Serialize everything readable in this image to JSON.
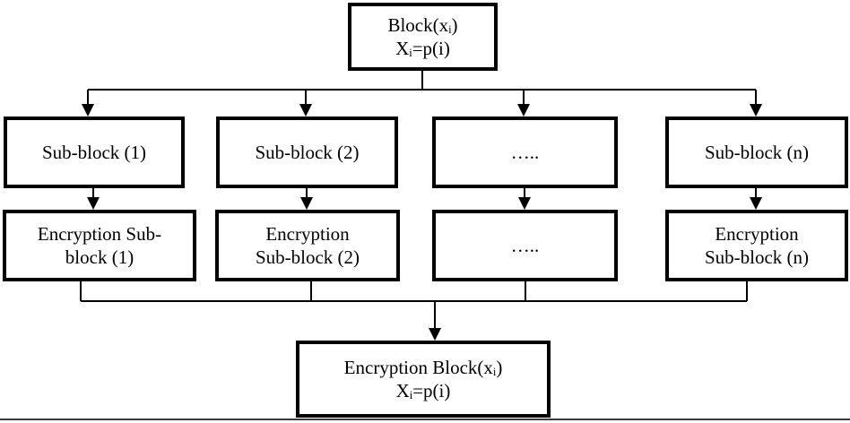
{
  "diagram": {
    "nodes": {
      "top": {
        "lines": [
          "Block(xᵢ)",
          "Xᵢ=p(i)"
        ]
      },
      "sub1": {
        "label": "Sub-block (1)"
      },
      "sub2": {
        "label": "Sub-block (2)"
      },
      "subdots": {
        "label": "….."
      },
      "subn": {
        "label": "Sub-block (n)"
      },
      "enc1": {
        "lines": [
          "Encryption Sub-",
          "block (1)"
        ]
      },
      "enc2": {
        "lines": [
          "Encryption",
          "Sub-block (2)"
        ]
      },
      "encdots": {
        "label": "….."
      },
      "encn": {
        "lines": [
          "Encryption",
          "Sub-block (n)"
        ]
      },
      "bottom": {
        "lines": [
          "Encryption Block(xᵢ)",
          "Xᵢ=p(i)"
        ]
      }
    },
    "colors": {
      "ink": "#000000",
      "background": "#ffffff",
      "baseline": "#3a3a3a"
    }
  }
}
